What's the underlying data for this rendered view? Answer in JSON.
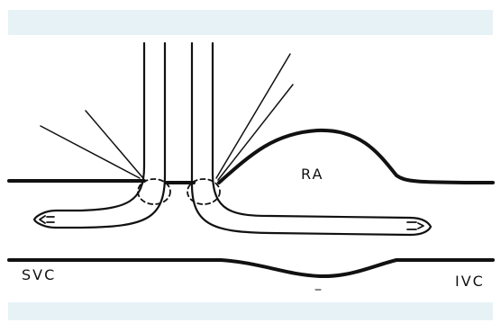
{
  "labels": {
    "ra": "RA",
    "svc": "SVC",
    "ivc": "IVC"
  },
  "colors": {
    "ink": "#111111",
    "band": "#e7f2f7",
    "background": "#ffffff"
  }
}
